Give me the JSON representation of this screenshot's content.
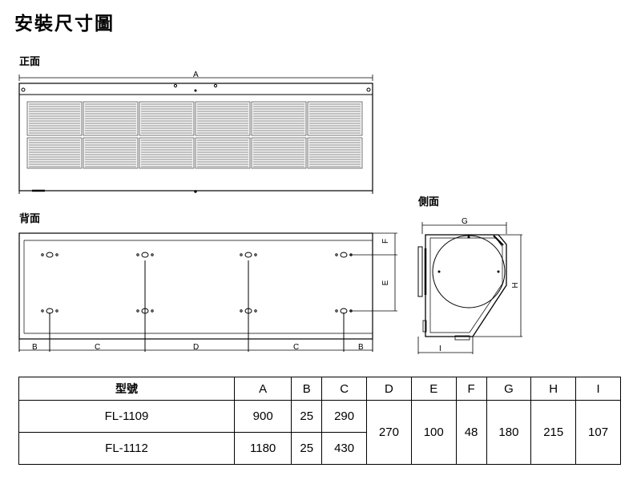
{
  "title": "安裝尺寸圖",
  "views": {
    "front": "正面",
    "back": "背面",
    "side": "側面"
  },
  "dimension_letters": {
    "A": "A",
    "B": "B",
    "C": "C",
    "D": "D",
    "E": "E",
    "F": "F",
    "G": "G",
    "H": "H",
    "I": "I"
  },
  "table": {
    "model_header": "型號",
    "columns": [
      "A",
      "B",
      "C",
      "D",
      "E",
      "F",
      "G",
      "H",
      "I"
    ],
    "rows": [
      {
        "model": "FL-1109",
        "A": "900",
        "B": "25",
        "C": "290"
      },
      {
        "model": "FL-1112",
        "A": "1180",
        "B": "25",
        "C": "430"
      }
    ],
    "shared": {
      "D": "270",
      "E": "100",
      "F": "48",
      "G": "180",
      "H": "215",
      "I": "107"
    }
  }
}
